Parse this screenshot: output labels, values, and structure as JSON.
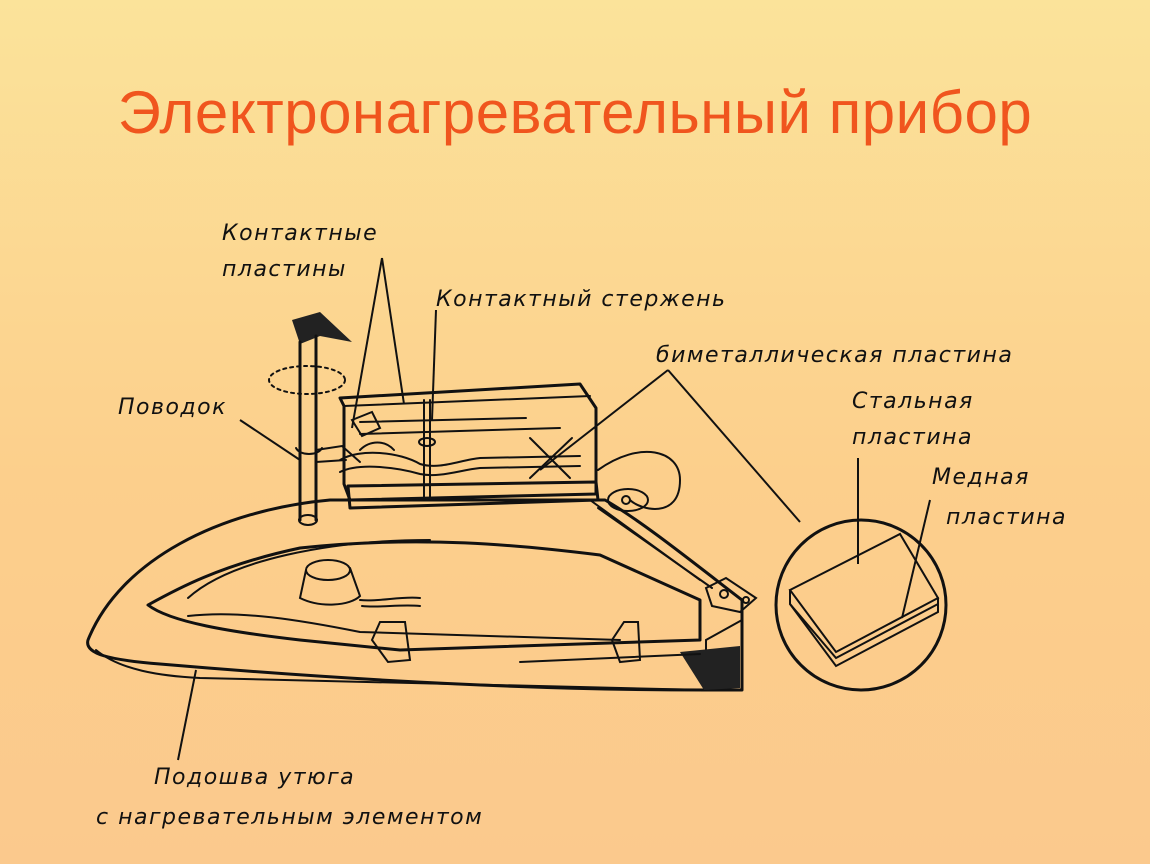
{
  "title": "Электронагревательный прибор",
  "labels": {
    "contact_plates_line1": "Контактные",
    "contact_plates_line2": "пластины",
    "contact_rod": "Контактный   стержень",
    "leash": "Поводок",
    "bimetal_plate": "биметаллическая  пластина",
    "steel_plate_line1": "Стальная",
    "steel_plate_line2": "пластина",
    "copper_plate_line1": "Медная",
    "copper_plate_line2": "пластина",
    "soleplate_line1": "Подошва   утюга",
    "soleplate_line2": "с  нагревательным  элементом"
  },
  "colors": {
    "background_top": "#fbe39a",
    "background_bottom": "#fbc98d",
    "title": "#f0551e",
    "ink": "#111111"
  }
}
